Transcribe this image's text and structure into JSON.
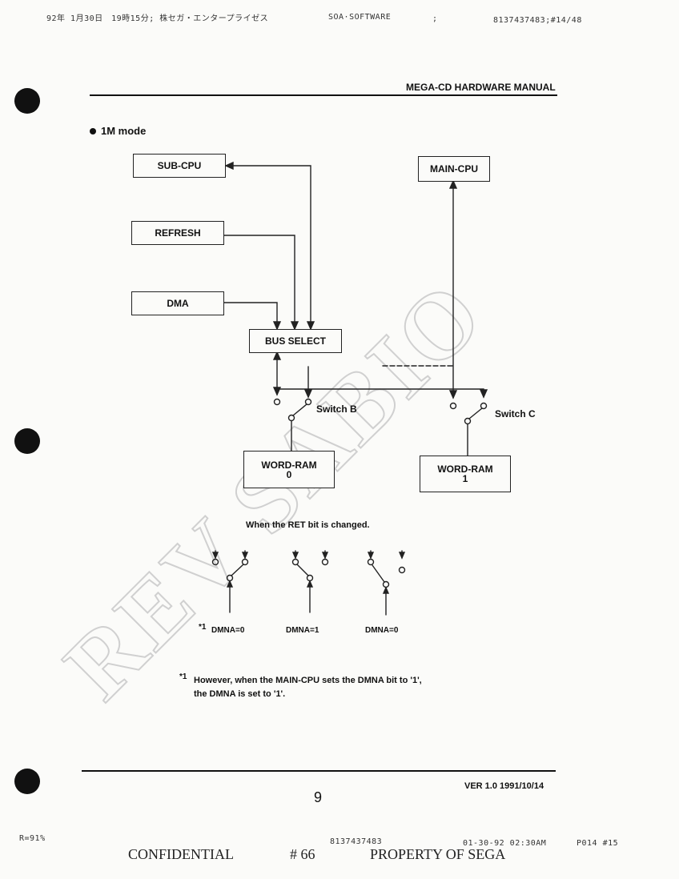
{
  "fax_header": {
    "left": "92年 1月30日　19時15分; 株セガ・エンタープライゼス",
    "center": "SOA·SOFTWARE",
    "mark": ";",
    "right": "8137437483;#14/48"
  },
  "header": {
    "title": "MEGA-CD HARDWARE MANUAL"
  },
  "section": {
    "title": "1M mode"
  },
  "diagram": {
    "boxes": {
      "sub_cpu": "SUB-CPU",
      "refresh": "REFRESH",
      "dma": "DMA",
      "bus_select": "BUS  SELECT",
      "main_cpu": "MAIN-CPU",
      "word_ram_0": "WORD-RAM\n0",
      "word_ram_1": "WORD-RAM\n1"
    },
    "switch_b": "Switch B",
    "switch_c": "Switch C",
    "ret_caption": "When the RET bit is changed.",
    "states": [
      "DMNA=0",
      "DMNA=1",
      "DMNA=0"
    ],
    "note_mark": "*1",
    "state_mark": "*1"
  },
  "footnote": {
    "line1": "However, when the MAIN-CPU sets the DMNA bit to '1',",
    "line2": "the DMNA is set to '1'."
  },
  "footer": {
    "version": "VER 1.0 1991/10/14",
    "page_number": "9"
  },
  "watermark": "REV SABIO",
  "fax_footer": {
    "reduction": "R=91%",
    "number": "8137437483",
    "datetime": "01-30-92 02:30AM",
    "page": "P014 #15"
  },
  "stamp": {
    "left": "CONFIDENTIAL",
    "center": "# 66",
    "right": "PROPERTY OF SEGA"
  }
}
